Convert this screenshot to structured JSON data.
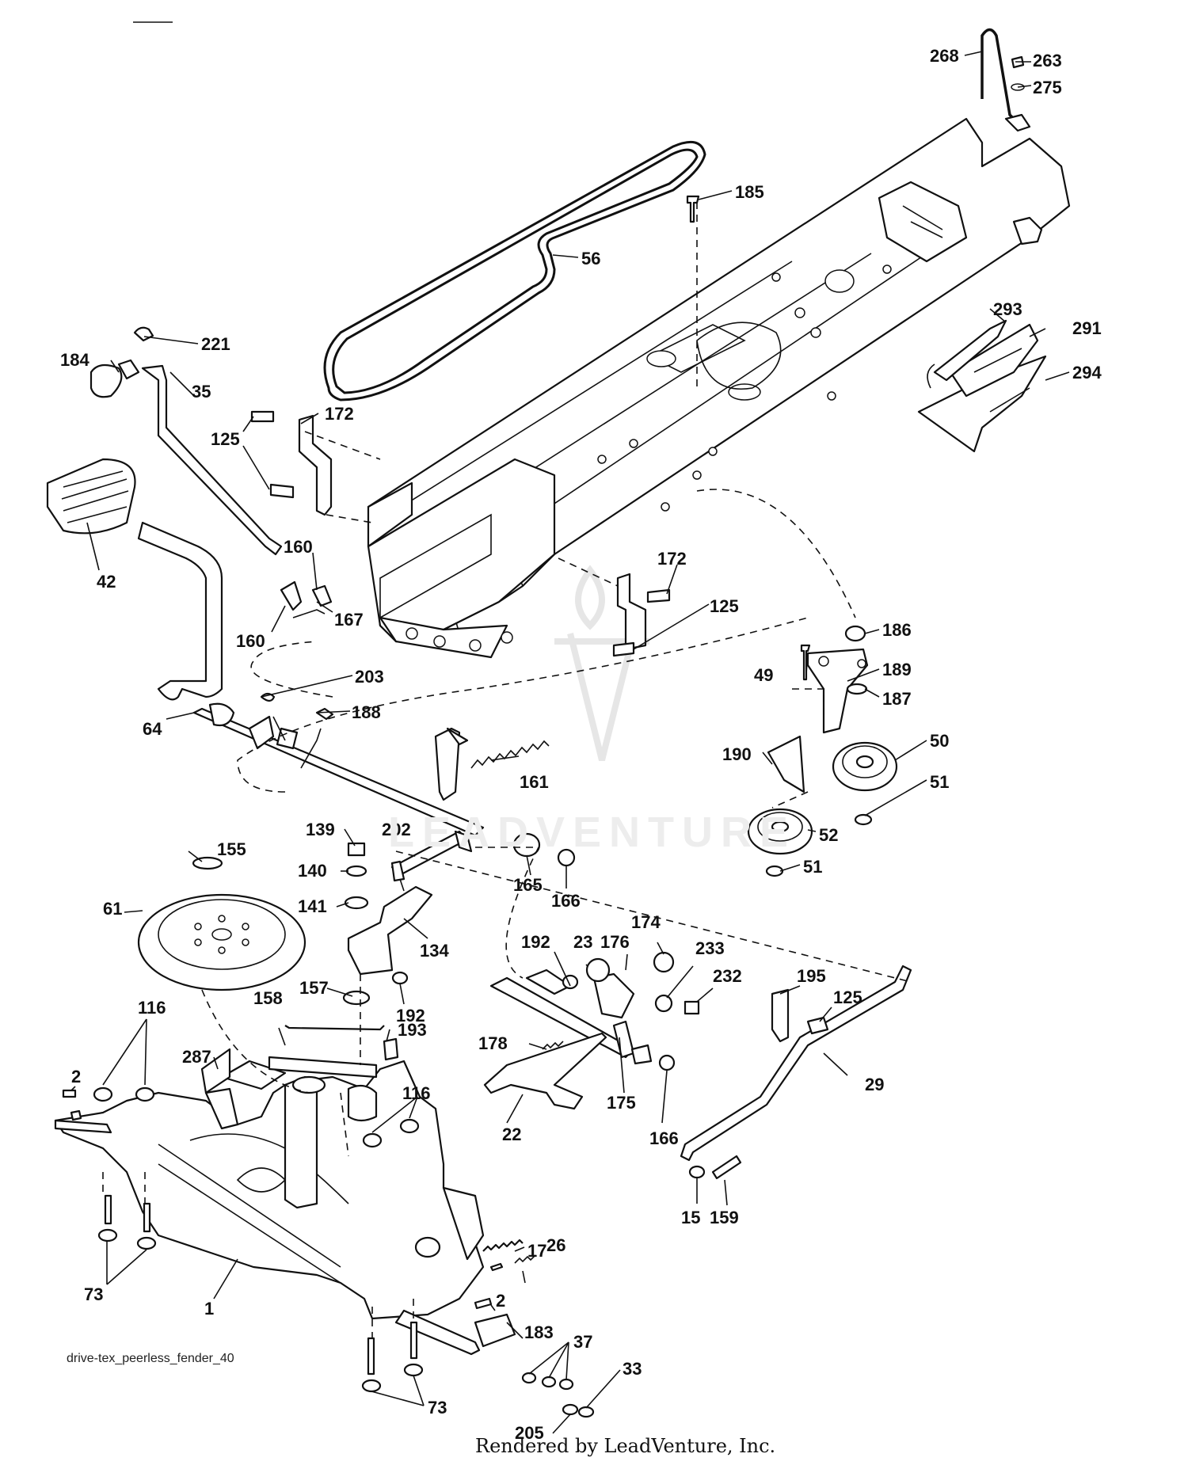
{
  "file_name": "drive-tex_peerless_fender_40",
  "credit": "Rendered by LeadVenture, Inc.",
  "watermark": "LEADVENTURE",
  "labels": [
    "268",
    "263",
    "275",
    "185",
    "56",
    "293",
    "291",
    "294",
    "221",
    "184",
    "35",
    "172",
    "125",
    "42",
    "160",
    "167",
    "172",
    "125",
    "186",
    "189",
    "49",
    "187",
    "190",
    "50",
    "51",
    "52",
    "51",
    "203",
    "64",
    "188",
    "161",
    "139",
    "202",
    "140",
    "141",
    "134",
    "165",
    "166",
    "155",
    "61",
    "157",
    "192",
    "192",
    "23",
    "176",
    "174",
    "233",
    "232",
    "195",
    "125",
    "116",
    "158",
    "193",
    "178",
    "287",
    "116",
    "175",
    "29",
    "22",
    "166",
    "2",
    "17",
    "15",
    "159",
    "26",
    "73",
    "1",
    "2",
    "183",
    "37",
    "33",
    "73",
    "205"
  ]
}
